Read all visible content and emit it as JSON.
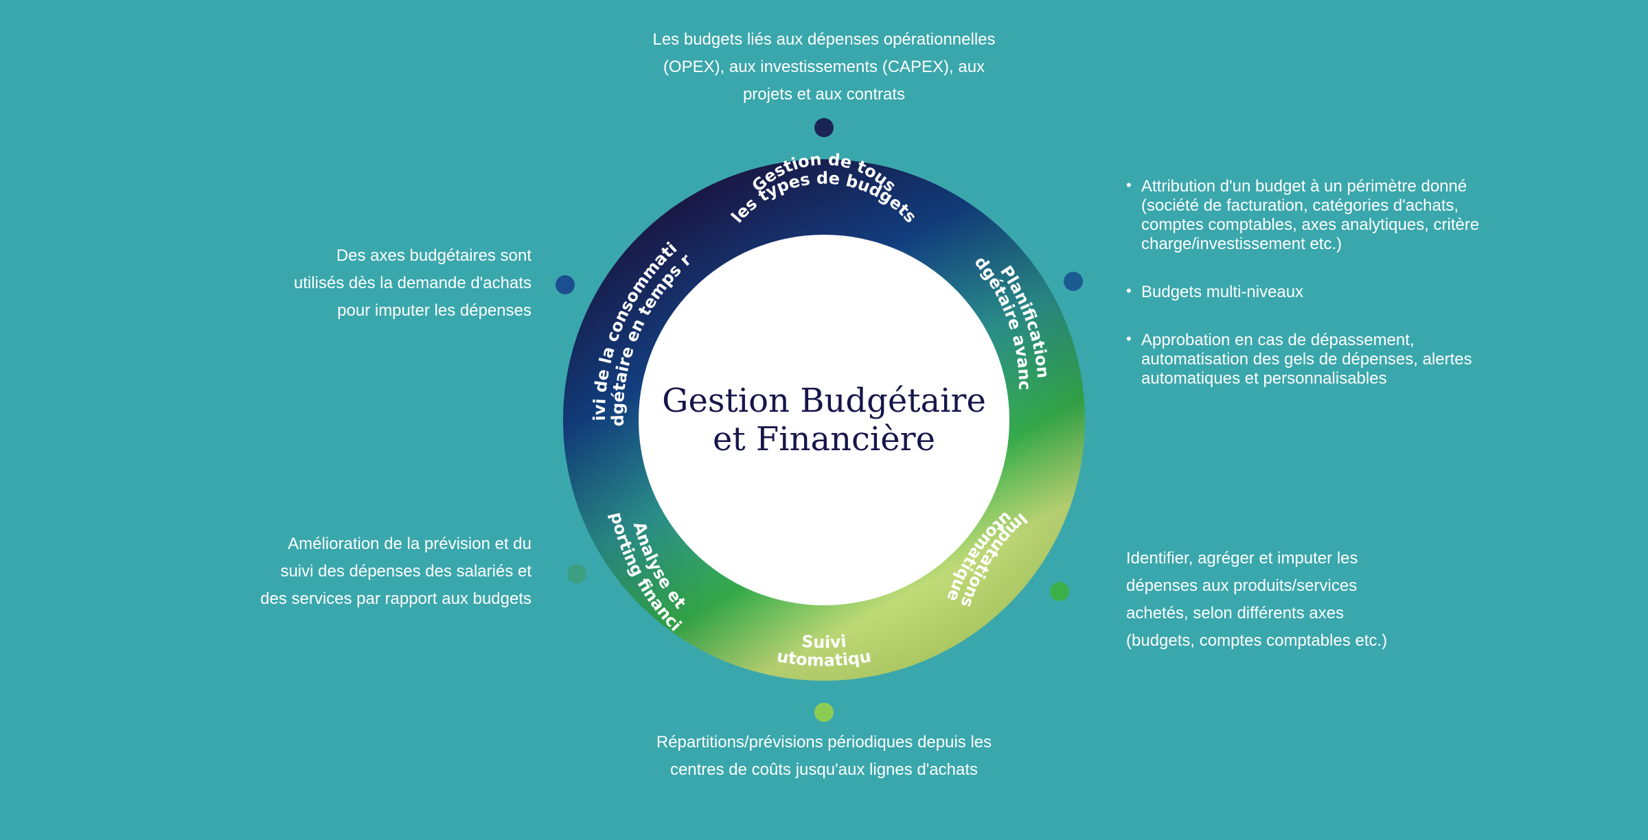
{
  "center": {
    "line1": "Gestion Budgétaire",
    "line2": "et Financière"
  },
  "ring": {
    "top": {
      "line1": "Gestion de tous",
      "line2": "les types de budgets"
    },
    "upper_right": {
      "line1": "Planification",
      "line2": "budgétaire avancée"
    },
    "lower_right": {
      "line1": "Imputations",
      "line2": "automatiques"
    },
    "bottom": {
      "line1": "Suivi",
      "line2": "automatique"
    },
    "lower_left": {
      "line1": "Analyse et",
      "line2": "reporting financier"
    },
    "upper_left": {
      "line1": "Suivi de la consommation",
      "line2": "budgétaire en temps réel"
    }
  },
  "descriptions": {
    "top": [
      "Les budgets liés aux dépenses opérationnelles",
      "(OPEX), aux investissements (CAPEX), aux",
      "projets et aux contrats"
    ],
    "upper_left": [
      "Des axes budgétaires sont",
      "utilisés dès la demande d'achats",
      "pour imputer les dépenses"
    ],
    "lower_left": [
      "Amélioration de la prévision et du",
      "suivi des dépenses des salariés et",
      "des services par rapport aux budgets"
    ],
    "bottom": [
      "Répartitions/prévisions périodiques depuis les",
      "centres de coûts jusqu'aux lignes d'achats"
    ],
    "lower_right": [
      "Identifier, agréger et imputer les",
      "dépenses aux produits/services",
      "achetés, selon différents axes",
      "(budgets, comptes comptables etc.)"
    ],
    "upper_right_bullets": [
      [
        "Attribution d'un budget à un périmètre donné",
        "(société de facturation, catégories d'achats,",
        "comptes comptables, axes analytiques, critère",
        "charge/investissement etc.)"
      ],
      [
        "Budgets multi-niveaux"
      ],
      [
        "Approbation en cas de dépassement,",
        "automatisation des gels de dépenses, alertes",
        "automatiques et personnalisables"
      ]
    ]
  },
  "colors": {
    "background": "#3aa7ac",
    "dot_top": "#1a2456",
    "dot_upper_left": "#1c4f8f",
    "dot_upper_right": "#1c5a92",
    "dot_lower_left": "#3d9f82",
    "dot_lower_right": "#3cb14a",
    "dot_bottom": "#8ccc55"
  }
}
